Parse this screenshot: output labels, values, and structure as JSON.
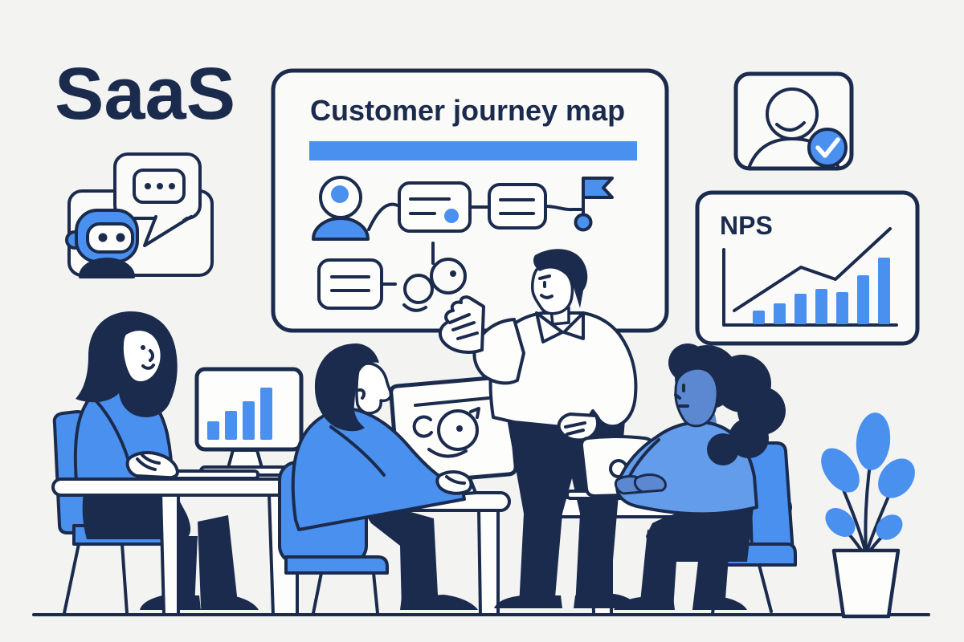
{
  "colors": {
    "bg": "#f3f4f2",
    "card": "#fafaf8",
    "navy": "#1b2b4d",
    "blue": "#4a90ee",
    "blue2": "#639ceb",
    "skin": "#5b88d0",
    "white": "#fdfdfc"
  },
  "logo": {
    "text": "SaaS"
  },
  "whiteboard": {
    "title": "Customer journey map"
  },
  "nps_card": {
    "title": "NPS",
    "chart": {
      "type": "bar+line",
      "bar_values": [
        17,
        26,
        38,
        44,
        40,
        61,
        83
      ],
      "line_points": "914,387 997,333 1040,348 1108,285",
      "trend": "rising with one small dip",
      "bar_color": "#4a90ee",
      "line_color": "#4a90ee"
    }
  },
  "left_monitor": {
    "chart": {
      "type": "bar",
      "bar_values": [
        23,
        36,
        48,
        65
      ],
      "bar_color": "#4a90ee"
    }
  },
  "chat": {
    "typing_dots": 3
  },
  "avatar_card": {
    "status": "verified-check"
  }
}
